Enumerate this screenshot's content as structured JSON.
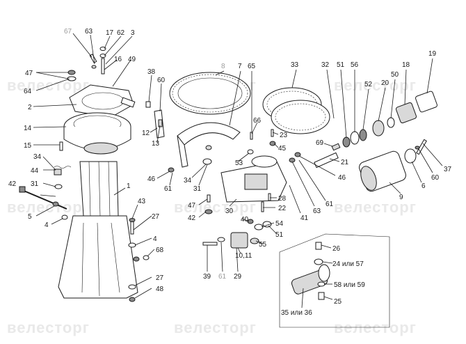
{
  "watermark": "велесторг",
  "callouts": [
    {
      "id": "c67",
      "text": "67",
      "gray": true
    },
    {
      "id": "c63a",
      "text": "63"
    },
    {
      "id": "c17",
      "text": "17"
    },
    {
      "id": "c62",
      "text": "62"
    },
    {
      "id": "c3",
      "text": "3"
    },
    {
      "id": "c16",
      "text": "16"
    },
    {
      "id": "c49",
      "text": "49"
    },
    {
      "id": "c47a",
      "text": "47"
    },
    {
      "id": "c64",
      "text": "64"
    },
    {
      "id": "c2",
      "text": "2"
    },
    {
      "id": "c14",
      "text": "14"
    },
    {
      "id": "c15",
      "text": "15"
    },
    {
      "id": "c34a",
      "text": "34"
    },
    {
      "id": "c44",
      "text": "44"
    },
    {
      "id": "c31a",
      "text": "31"
    },
    {
      "id": "c42a",
      "text": "42"
    },
    {
      "id": "c5",
      "text": "5"
    },
    {
      "id": "c4a",
      "text": "4"
    },
    {
      "id": "c1",
      "text": "1"
    },
    {
      "id": "c43",
      "text": "43"
    },
    {
      "id": "c27a",
      "text": "27"
    },
    {
      "id": "c4b",
      "text": "4"
    },
    {
      "id": "c68",
      "text": "68"
    },
    {
      "id": "c27b",
      "text": "27"
    },
    {
      "id": "c48",
      "text": "48"
    },
    {
      "id": "c38",
      "text": "38"
    },
    {
      "id": "c60a",
      "text": "60"
    },
    {
      "id": "c12",
      "text": "12"
    },
    {
      "id": "c13",
      "text": "13"
    },
    {
      "id": "c46a",
      "text": "46"
    },
    {
      "id": "c61a",
      "text": "61"
    },
    {
      "id": "c8",
      "text": "8",
      "gray": true
    },
    {
      "id": "c7",
      "text": "7"
    },
    {
      "id": "c65",
      "text": "65"
    },
    {
      "id": "c66",
      "text": "66"
    },
    {
      "id": "c23",
      "text": "23"
    },
    {
      "id": "c45",
      "text": "45"
    },
    {
      "id": "c53",
      "text": "53"
    },
    {
      "id": "c34b",
      "text": "34"
    },
    {
      "id": "c31b",
      "text": "31"
    },
    {
      "id": "c47b",
      "text": "47"
    },
    {
      "id": "c42b",
      "text": "42"
    },
    {
      "id": "c30",
      "text": "30"
    },
    {
      "id": "c28",
      "text": "28"
    },
    {
      "id": "c22",
      "text": "22"
    },
    {
      "id": "c40",
      "text": "40"
    },
    {
      "id": "c54",
      "text": "54"
    },
    {
      "id": "c41",
      "text": "41"
    },
    {
      "id": "c63b",
      "text": "63"
    },
    {
      "id": "c61b",
      "text": "61"
    },
    {
      "id": "c46b",
      "text": "46"
    },
    {
      "id": "c55",
      "text": "55"
    },
    {
      "id": "c51a",
      "text": "51"
    },
    {
      "id": "c10",
      "text": "10,11"
    },
    {
      "id": "c33",
      "text": "33"
    },
    {
      "id": "c32",
      "text": "32"
    },
    {
      "id": "c51b",
      "text": "51"
    },
    {
      "id": "c56",
      "text": "56"
    },
    {
      "id": "c52",
      "text": "52"
    },
    {
      "id": "c20",
      "text": "20"
    },
    {
      "id": "c50",
      "text": "50"
    },
    {
      "id": "c18",
      "text": "18"
    },
    {
      "id": "c19",
      "text": "19"
    },
    {
      "id": "c69",
      "text": "69"
    },
    {
      "id": "c21",
      "text": "21"
    },
    {
      "id": "c37",
      "text": "37"
    },
    {
      "id": "c60b",
      "text": "60"
    },
    {
      "id": "c6",
      "text": "6"
    },
    {
      "id": "c9",
      "text": "9"
    },
    {
      "id": "c39",
      "text": "39"
    },
    {
      "id": "c61c",
      "text": "61"
    },
    {
      "id": "c29",
      "text": "29"
    },
    {
      "id": "c26",
      "text": "26"
    },
    {
      "id": "c24",
      "text": "24 или 57"
    },
    {
      "id": "c58",
      "text": "58 или 59",
      "grayTail": "59",
      "head": "58 или "
    },
    {
      "id": "c25",
      "text": "25"
    },
    {
      "id": "c35",
      "text": "35 или 36"
    }
  ]
}
